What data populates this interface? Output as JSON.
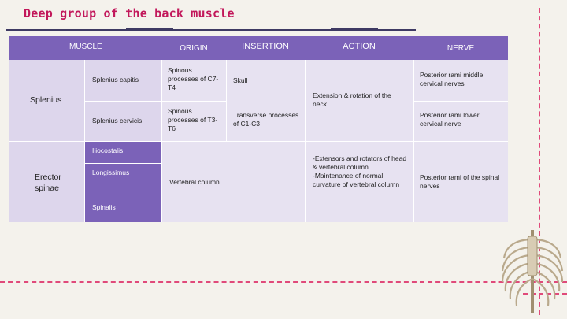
{
  "title": "Deep group of the back muscle",
  "headers": {
    "muscle": "MUSCLE",
    "origin": "ORIGIN",
    "insertion": "INSERTION",
    "action": "ACTION",
    "nerve": "NERVE"
  },
  "splenius": {
    "group": "Splenius",
    "capitis": {
      "name": "Splenius capitis",
      "origin": "Spinous processes of C7-T4",
      "insertion": "Skull",
      "nerve": "Posterior rami middle cervical nerves"
    },
    "cervicis": {
      "name": "Splenius cervicis",
      "origin": "Spinous processes of T3-T6",
      "insertion": "Transverse processes of C1-C3",
      "nerve": "Posterior rami lower cervical nerve"
    },
    "action": "Extension & rotation of the neck"
  },
  "erector": {
    "group": "Erector spinae",
    "subs": [
      "Iliocostalis",
      "Longissimus",
      "Spinalis"
    ],
    "origin": "Vertebral column",
    "action": "-Extensors and rotators of head & vertebral column\n-Maintenance of normal curvature of vertebral column",
    "nerve": "Posterior rami of the spinal nerves"
  },
  "colors": {
    "header": "#7b62b8",
    "cell_light": "#ddd6ec",
    "title": "#c2185b"
  }
}
